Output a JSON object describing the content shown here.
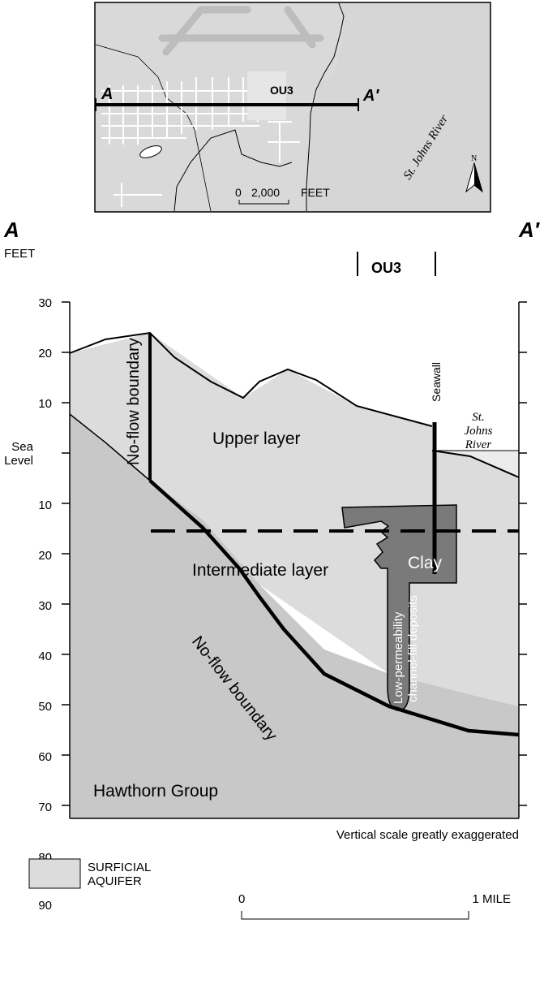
{
  "inset_map": {
    "section_start": "A",
    "section_end": "A′",
    "area_label": "OU3",
    "river_label": "St. Johns River",
    "north_label": "N",
    "scale_zero": "0",
    "scale_value": "2,000",
    "scale_unit": "FEET"
  },
  "section": {
    "left_label": "A",
    "right_label": "A′",
    "unit_label": "FEET",
    "depth_ticks": [
      "30",
      "20",
      "10",
      "Sea",
      "Level",
      "10",
      "20",
      "30",
      "40",
      "50",
      "60",
      "70",
      "80",
      "90"
    ],
    "ou3_label": "OU3",
    "seawall_label": "Seawall",
    "river_label_1": "St.",
    "river_label_2": "Johns",
    "river_label_3": "River",
    "upper_layer": "Upper layer",
    "intermediate_layer": "Intermediate layer",
    "clay_label": "Clay",
    "no_flow_vertical": "No-flow boundary",
    "no_flow_diagonal": "No-flow boundary",
    "channel_line_1": "Low-permeability",
    "channel_line_2": "channel-fill deposits",
    "hawthorn": "Hawthorn Group",
    "exaggeration_note": "Vertical scale greatly exaggerated"
  },
  "legend": {
    "line_1": "SURFICIAL",
    "line_2": "AQUIFER",
    "scale_zero": "0",
    "scale_end": "1 MILE"
  },
  "colors": {
    "aquifer": "#dcdcdc",
    "hawthorn": "#c8c8c8",
    "channel_fill": "#7a7a7a",
    "river_water": "#ececec",
    "map_bg": "#d6d6d6",
    "streets": "#ffffff"
  }
}
